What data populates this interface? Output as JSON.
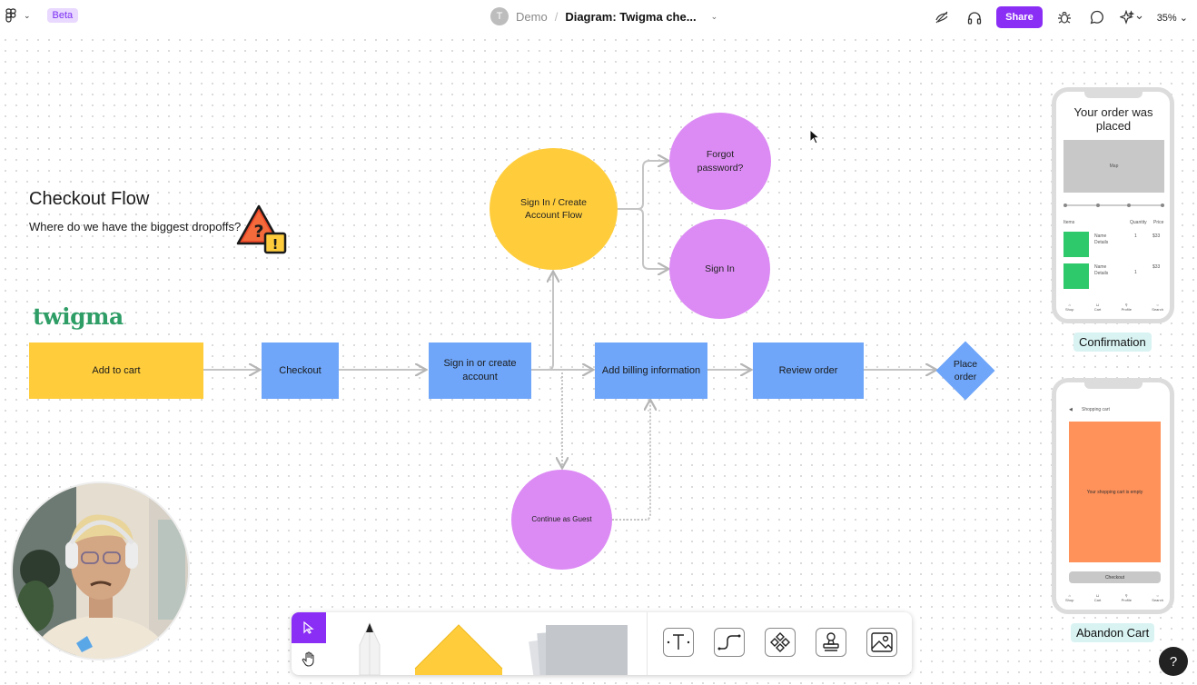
{
  "topbar": {
    "beta_label": "Beta",
    "avatar_letter": "T",
    "team_name": "Demo",
    "separator": "/",
    "file_name": "Diagram: Twigma che...",
    "share_label": "Share",
    "zoom_level": "35%"
  },
  "board": {
    "title": "Checkout Flow",
    "subtitle": "Where do we have the biggest dropoffs?",
    "logo_text": "twigma"
  },
  "flow": {
    "add_to_cart": "Add to cart",
    "checkout": "Checkout",
    "sign_in_or_create": "Sign in or create account",
    "add_billing": "Add billing information",
    "review_order": "Review order",
    "place_order": "Place order",
    "sign_in_create_flow": "Sign In / Create Account Flow",
    "forgot_password": "Forgot password?",
    "sign_in": "Sign In",
    "continue_guest": "Continue as Guest"
  },
  "phones": {
    "confirmation": {
      "label": "Confirmation",
      "heading": "Your order was placed",
      "map_label": "Map",
      "col_items": "Items",
      "col_quantity": "Quantity",
      "col_price": "Price",
      "rows": [
        {
          "name": "Name",
          "details": "Details",
          "qty": "1",
          "price": "$33"
        },
        {
          "name": "Name",
          "details": "Details",
          "qty": "1",
          "price": "$33"
        }
      ]
    },
    "abandon": {
      "label": "Abandon Cart",
      "header": "Shopping cart",
      "empty_msg": "Your shopping cart is empty",
      "checkout_btn": "Checkout"
    },
    "nav": [
      "Shop",
      "Cart",
      "Profile",
      "Search"
    ]
  },
  "help_label": "?",
  "colors": {
    "accent": "#8b2ef5",
    "yellow": "#ffcd3c",
    "blue": "#6fa6f9",
    "purple": "#dc8bf4",
    "green": "#2dc96a",
    "orange": "#ff915a"
  }
}
